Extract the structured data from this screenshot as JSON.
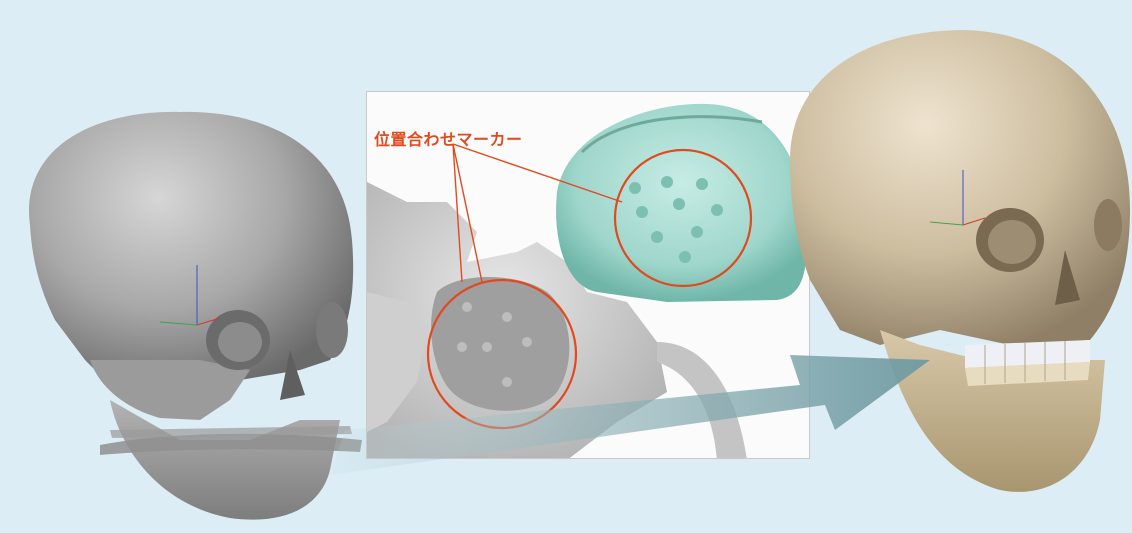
{
  "figure": {
    "marker_label": "位置合わせマーカー"
  },
  "colors": {
    "background": "#dcedf6",
    "accent_orange": "#e04a1f",
    "arrow_teal": "#7fa5ab",
    "mint_model": "#a8dcd2",
    "skull_gray": "#a7a7a7",
    "skull_beige": "#cfc1a4"
  },
  "icons": {
    "left_skull": "gray-skull-scan-image",
    "right_skull": "beige-skull-fused-image",
    "center_panel": "marker-closeup-image",
    "arrow": "transfer-arrow-icon"
  }
}
